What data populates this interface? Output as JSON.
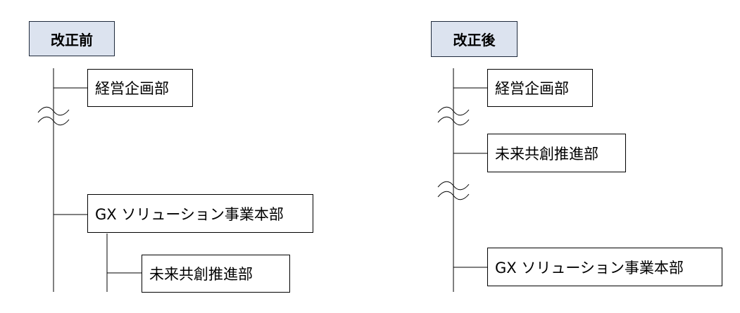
{
  "before": {
    "header": "改正前",
    "boxes": {
      "planning": "経営企画部",
      "gx": "GX ソリューション事業本部",
      "future": "未来共創推進部"
    }
  },
  "after": {
    "header": "改正後",
    "boxes": {
      "planning": "経営企画部",
      "future": "未来共創推進部",
      "gx": "GX ソリューション事業本部"
    }
  }
}
